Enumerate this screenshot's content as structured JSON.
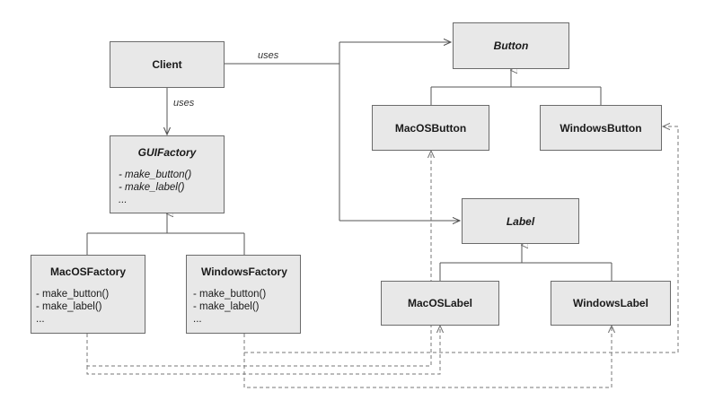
{
  "client": {
    "label": "Client"
  },
  "gui_factory": {
    "label": "GUIFactory",
    "methods": [
      "- make_button()",
      "- make_label()",
      "..."
    ]
  },
  "macos_factory": {
    "label": "MacOSFactory",
    "methods": [
      "- make_button()",
      "- make_label()",
      "..."
    ]
  },
  "windows_factory": {
    "label": "WindowsFactory",
    "methods": [
      "- make_button()",
      "- make_label()",
      "..."
    ]
  },
  "button": {
    "label": "Button"
  },
  "macos_button": {
    "label": "MacOSButton"
  },
  "windows_button": {
    "label": "WindowsButton"
  },
  "label": {
    "label": "Label"
  },
  "macos_label": {
    "label": "MacOSLabel"
  },
  "windows_label": {
    "label": "WindowsLabel"
  },
  "edges": {
    "client_to_products": "uses",
    "client_to_factory": "uses"
  },
  "colors": {
    "box_fill": "#e8e8e8",
    "box_border": "#6b6b6b",
    "solid_line": "#555555",
    "dashed_line": "#777777"
  }
}
